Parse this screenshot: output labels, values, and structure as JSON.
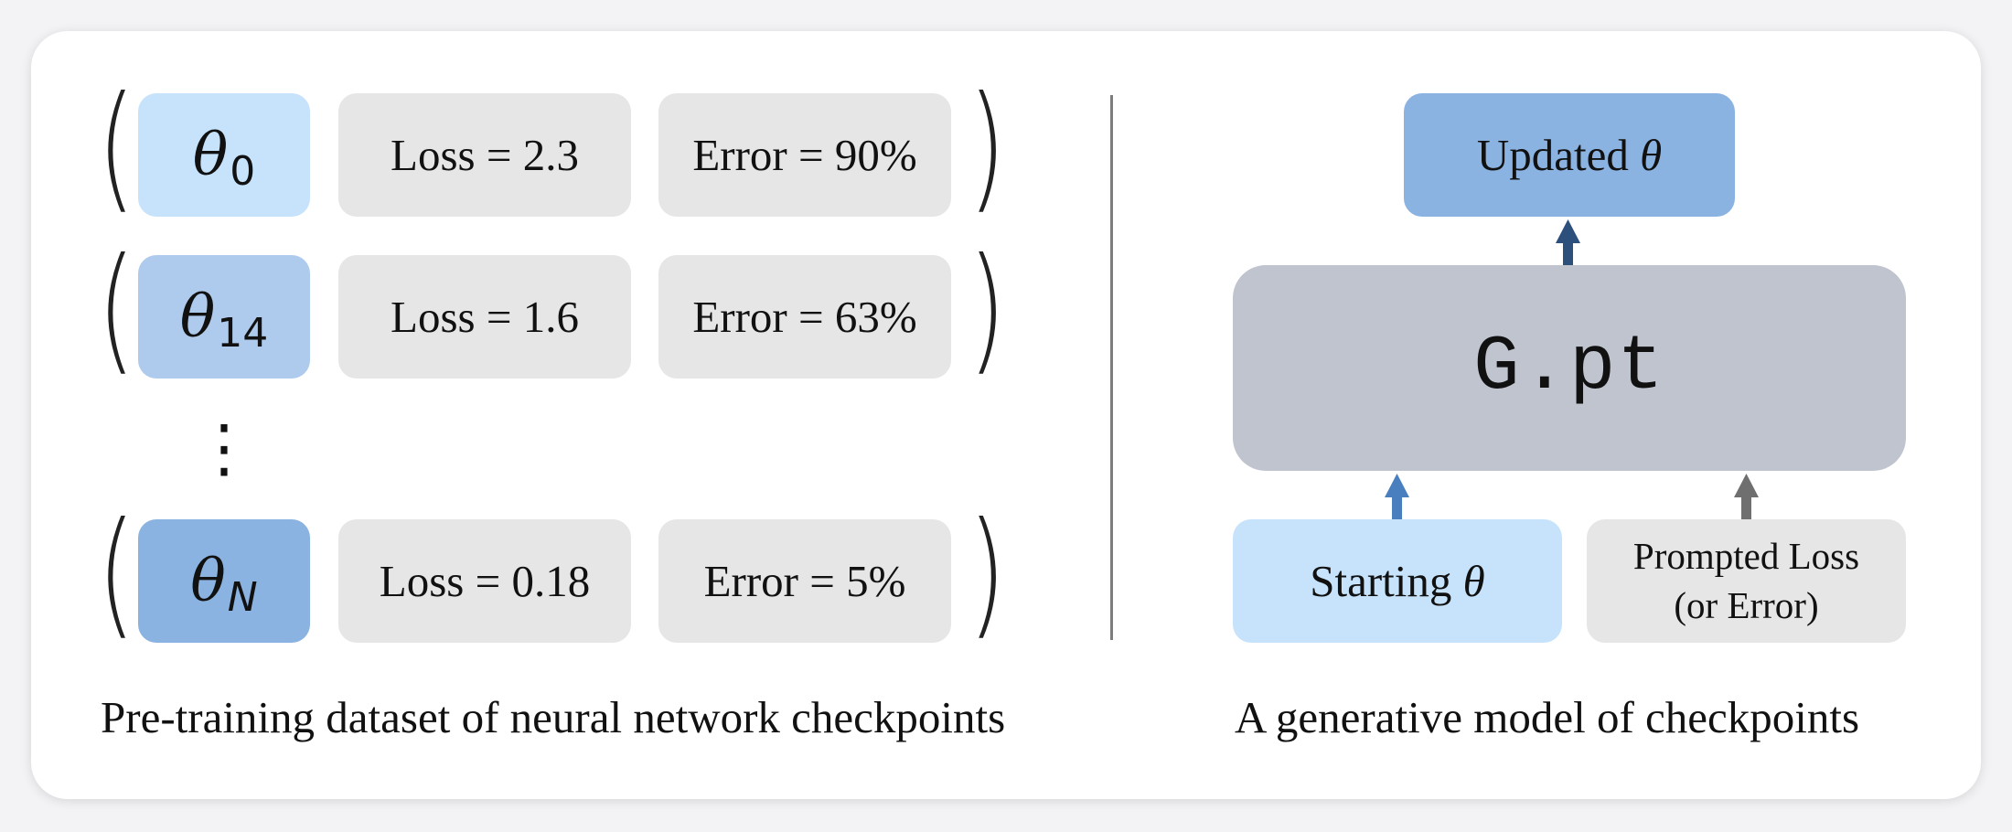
{
  "dataset": {
    "rows": [
      {
        "theta_symbol": "θ",
        "theta_subscript": "0",
        "loss": "Loss = 2.3",
        "error": "Error = 90%",
        "color": "#c7e3fb"
      },
      {
        "theta_symbol": "θ",
        "theta_subscript": "14",
        "loss": "Loss = 1.6",
        "error": "Error = 63%",
        "color": "#aecbee"
      },
      {
        "theta_symbol": "θ",
        "theta_subscript": "N",
        "loss": "Loss = 0.18",
        "error": "Error = 5%",
        "color": "#8bb3e1"
      }
    ],
    "ellipsis": "⋮",
    "left_paren": "(",
    "right_paren": ")",
    "caption": "Pre-training dataset of neural network checkpoints"
  },
  "model": {
    "output_label": "Updated",
    "output_theta": "θ",
    "model_name": "G.pt",
    "input_label": "Starting",
    "input_theta": "θ",
    "prompt_line1": "Prompted Loss",
    "prompt_line2": "(or Error)",
    "caption": "A generative model of checkpoints",
    "colors": {
      "output": "#8bb3e1",
      "model": "#c0c4cf",
      "input": "#c7e3fb",
      "prompt": "#e6e6e6",
      "arrow_output": "#2c4f7c",
      "arrow_input": "#4a7fbf",
      "arrow_prompt": "#6f6f6f"
    }
  }
}
